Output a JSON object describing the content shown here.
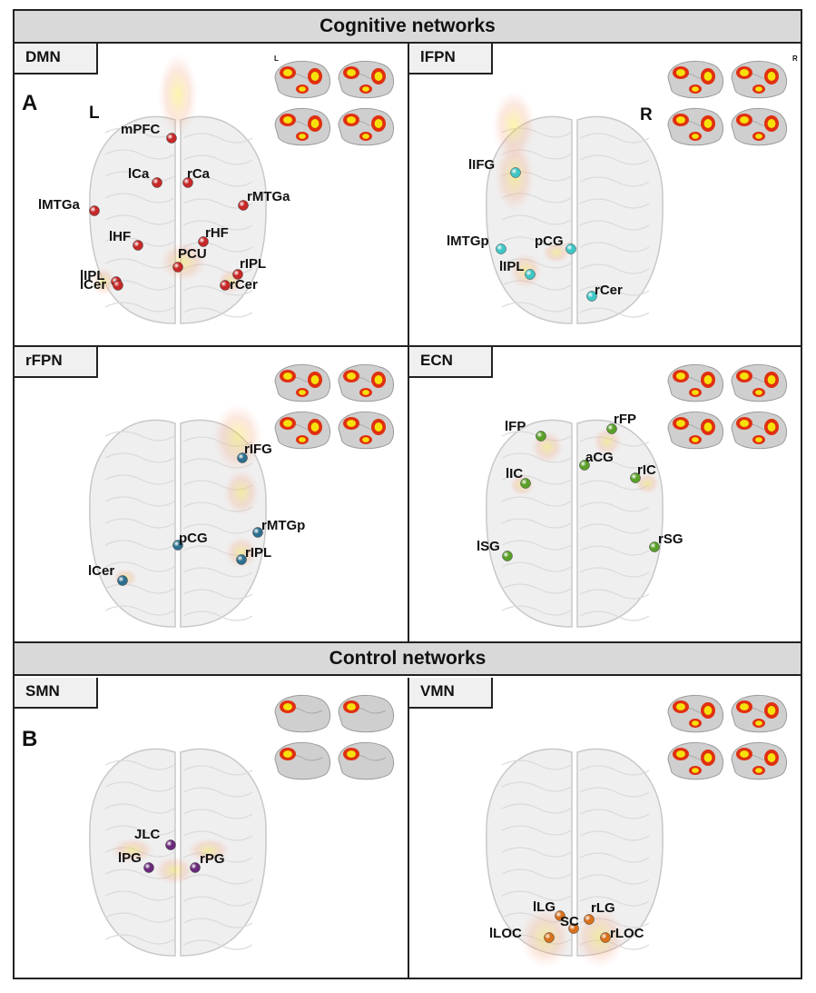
{
  "sections": {
    "cognitive": "Cognitive networks",
    "control": "Control networks"
  },
  "letters": {
    "a": "A",
    "b": "B"
  },
  "side_labels": {
    "left": "L",
    "right": "R",
    "small_left": "L",
    "small_right": "R"
  },
  "colors": {
    "DMN": "#c62828",
    "lFPN": "#3ec6c6",
    "rFPN": "#2d6f8f",
    "ECN": "#5aa028",
    "SMN": "#6a2a7a",
    "VMN": "#d8701c",
    "activation_red": "#e03010",
    "activation_yellow": "#f6e20a"
  },
  "panels": [
    {
      "id": "DMN",
      "label": "DMN",
      "color": "#c62828",
      "nodes": [
        {
          "name": "mPFC"
        },
        {
          "name": "lCa"
        },
        {
          "name": "rCa"
        },
        {
          "name": "lMTGa"
        },
        {
          "name": "rMTGa"
        },
        {
          "name": "lHF"
        },
        {
          "name": "rHF"
        },
        {
          "name": "PCU"
        },
        {
          "name": "lIPL"
        },
        {
          "name": "rIPL"
        },
        {
          "name": "lCer"
        },
        {
          "name": "rCer"
        }
      ]
    },
    {
      "id": "lFPN",
      "label": "lFPN",
      "color": "#3ec6c6",
      "nodes": [
        {
          "name": "lIFG"
        },
        {
          "name": "lMTGp"
        },
        {
          "name": "pCG"
        },
        {
          "name": "lIPL"
        },
        {
          "name": "rCer"
        }
      ]
    },
    {
      "id": "rFPN",
      "label": "rFPN",
      "color": "#2d6f8f",
      "nodes": [
        {
          "name": "rIFG"
        },
        {
          "name": "rMTGp"
        },
        {
          "name": "pCG"
        },
        {
          "name": "rIPL"
        },
        {
          "name": "lCer"
        }
      ]
    },
    {
      "id": "ECN",
      "label": "ECN",
      "color": "#5aa028",
      "nodes": [
        {
          "name": "lFP"
        },
        {
          "name": "rFP"
        },
        {
          "name": "aCG"
        },
        {
          "name": "lIC"
        },
        {
          "name": "rIC"
        },
        {
          "name": "lSG"
        },
        {
          "name": "rSG"
        }
      ]
    },
    {
      "id": "SMN",
      "label": "SMN",
      "color": "#6a2a7a",
      "nodes": [
        {
          "name": "JLC"
        },
        {
          "name": "lPG"
        },
        {
          "name": "rPG"
        }
      ]
    },
    {
      "id": "VMN",
      "label": "VMN",
      "color": "#d8701c",
      "nodes": [
        {
          "name": "lLG"
        },
        {
          "name": "SC"
        },
        {
          "name": "rLG"
        },
        {
          "name": "lLOC"
        },
        {
          "name": "rLOC"
        }
      ]
    }
  ]
}
